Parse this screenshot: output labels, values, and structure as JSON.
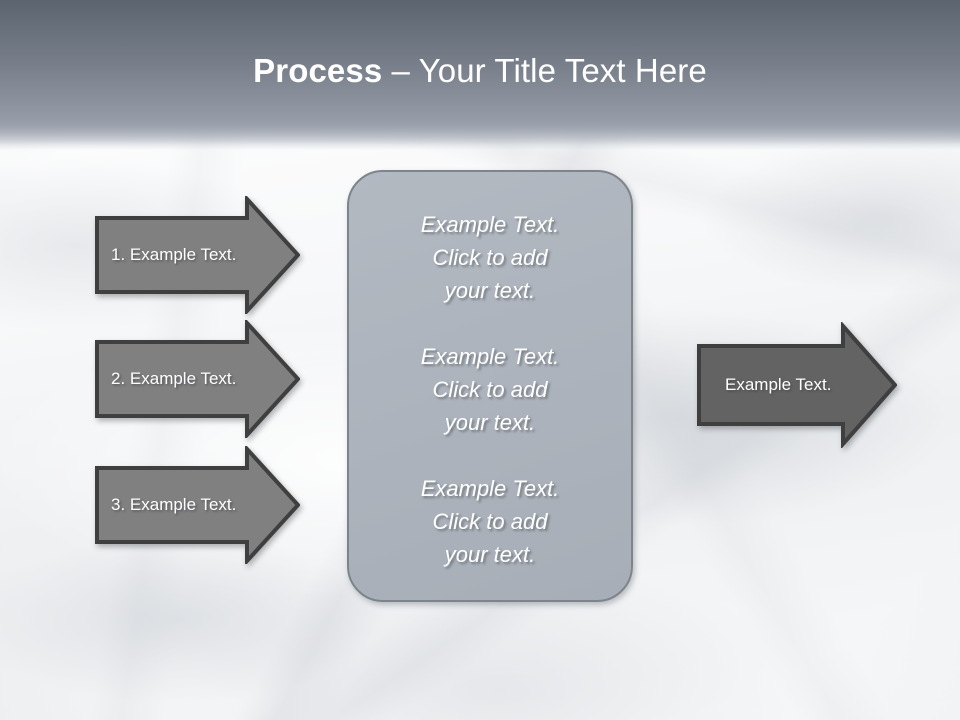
{
  "slide": {
    "title_bold": "Process",
    "title_rest": " – Your Title Text Here"
  },
  "colors": {
    "header_top": "#5c646f",
    "header_bottom": "#979daa",
    "panel_fill": "#aeb4bd",
    "panel_border": "#7e848c",
    "arrow_left_fill": "#808080",
    "arrow_right_fill": "#636363",
    "arrow_border": "#3f3f3f",
    "text_white": "#ffffff",
    "background": "#fbfbfc"
  },
  "left_arrows": [
    {
      "label": "1. Example Text."
    },
    {
      "label": "2. Example Text."
    },
    {
      "label": "3. Example Text."
    }
  ],
  "center_panel": {
    "paragraphs": [
      "Example Text.\nClick  to add\nyour text.",
      "Example Text.\nClick  to add\nyour text.",
      "Example Text.\nClick  to add\nyour text."
    ]
  },
  "right_arrows": [
    {
      "label": "Example Text."
    }
  ]
}
